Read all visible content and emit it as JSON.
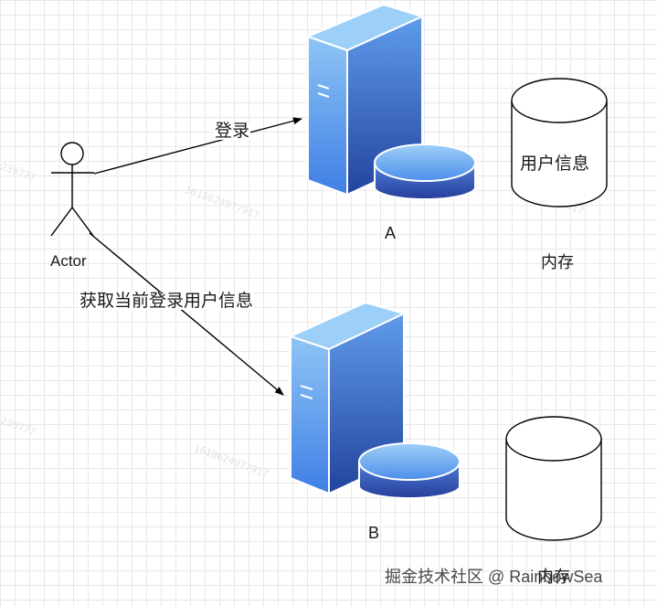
{
  "diagram": {
    "actor_label": "Actor",
    "edges": {
      "login_label": "登录",
      "get_user_label": "获取当前登录用户信息"
    },
    "servers": {
      "a_label": "A",
      "b_label": "B"
    },
    "storage": {
      "top_cylinder_label": "用户信息",
      "top_caption": "内存",
      "bottom_caption": "内存"
    }
  },
  "watermark": {
    "footer": "掘金技术社区 @ RainbowSea"
  },
  "colors": {
    "server_light": "#8ec5f5",
    "server_dark": "#2f5fc9",
    "line": "#000000"
  }
}
